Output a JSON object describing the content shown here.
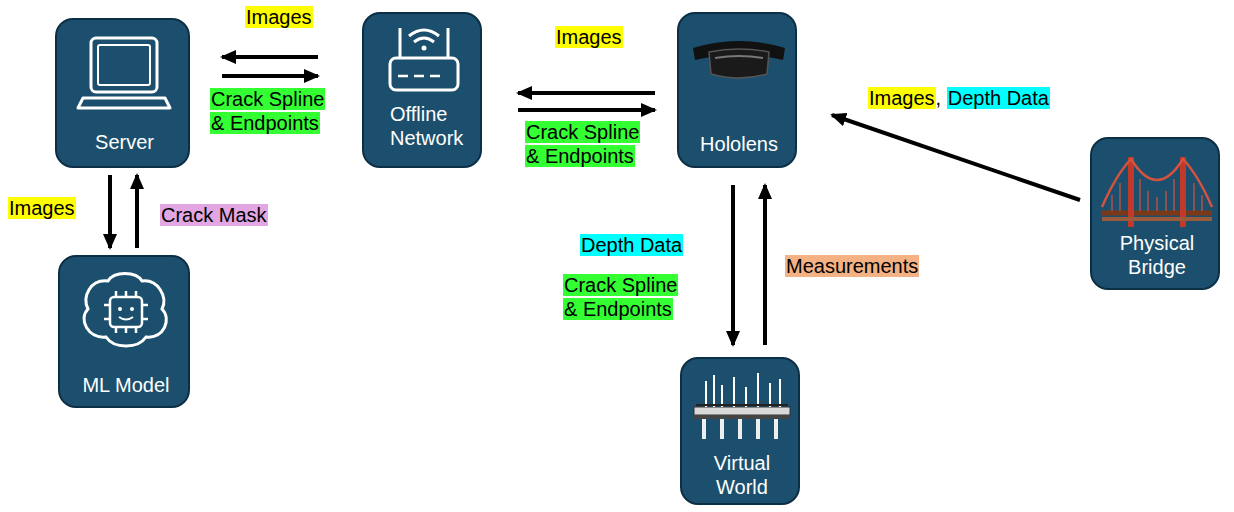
{
  "diagram": {
    "nodes": [
      {
        "text": [
          "Server"
        ]
      },
      {
        "text": [
          "Offline Network"
        ]
      },
      {
        "text": [
          "Hololens"
        ]
      },
      {
        "text": [
          "Physical Bridge"
        ]
      },
      {
        "text": [
          "ML Model"
        ]
      },
      {
        "text": [
          "Virtual World"
        ]
      }
    ],
    "edges": [
      {
        "from": 1,
        "to": 0,
        "label": "Images",
        "arrow": "to"
      },
      {
        "from": 0,
        "to": 1,
        "label": "Crack Spline & Endpoints",
        "arrow": "to"
      },
      {
        "from": 2,
        "to": 1,
        "label": "Images",
        "arrow": "to"
      },
      {
        "from": 1,
        "to": 2,
        "label": "Crack Spline & Endpoints",
        "arrow": "to"
      },
      {
        "from": 0,
        "to": 4,
        "label": "Images",
        "arrow": "to"
      },
      {
        "from": 4,
        "to": 0,
        "label": "Crack Mask",
        "arrow": "to"
      },
      {
        "from": 2,
        "to": 5,
        "label": "Crack Spline & Endpoints",
        "arrow": "to"
      },
      {
        "from": 5,
        "to": 2,
        "label": "Measurements",
        "arrow": "to"
      },
      {
        "from": 3,
        "to": 2,
        "label": "Images, Depth Data",
        "arrow": "to"
      }
    ],
    "labels": [
      "Depth Data"
    ]
  }
}
